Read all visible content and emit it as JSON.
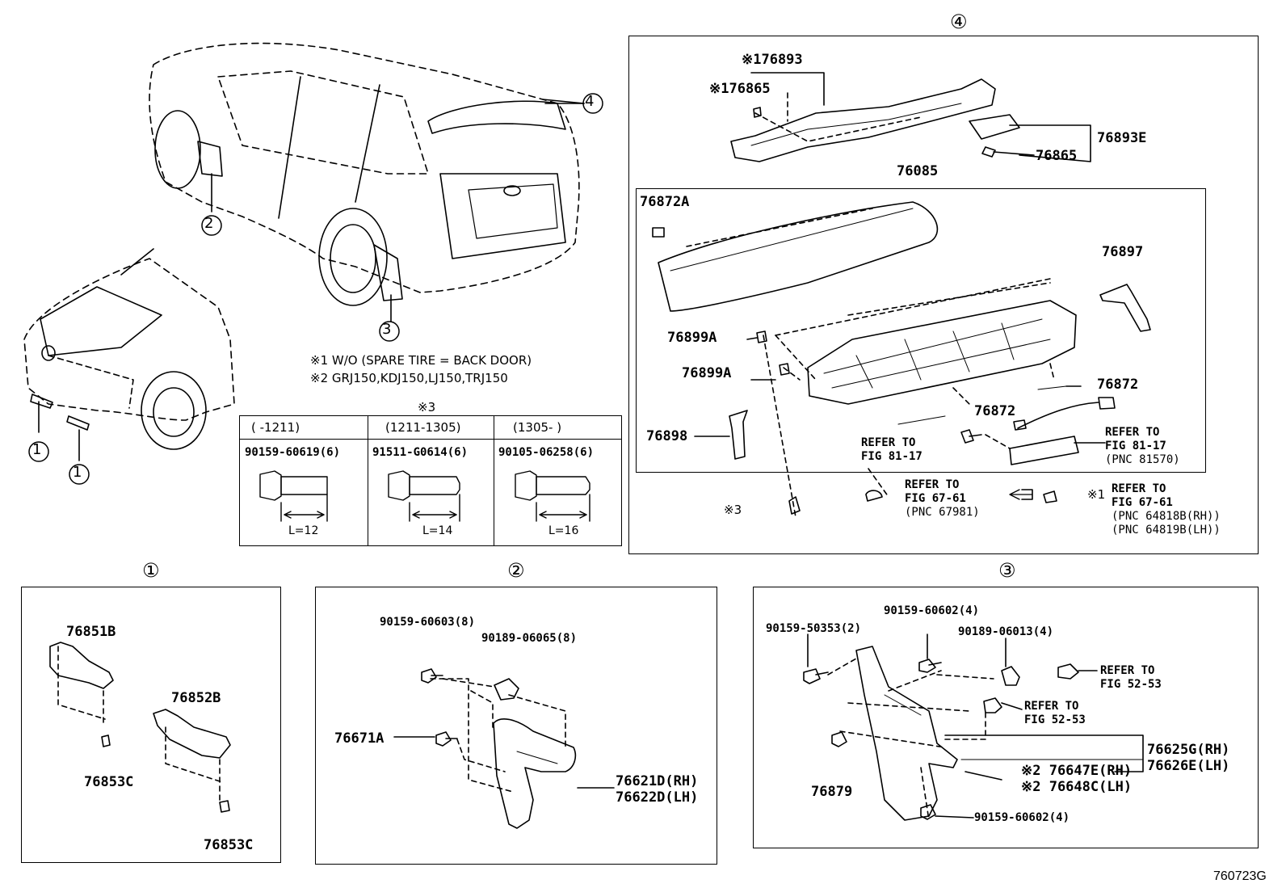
{
  "callouts": {
    "c1": "①",
    "c2": "②",
    "c3": "③",
    "c4": "④"
  },
  "notes": {
    "n1": "※1 W/O (SPARE TIRE = BACK DOOR)",
    "n2": "※2 GRJ150,KDJ150,LJ150,TRJ150",
    "n3": "※3"
  },
  "table": {
    "headers": [
      "(      -1211)",
      "(1211-1305)",
      "(1305-      )"
    ],
    "parts": [
      "90159-60619(6)",
      "91511-G0614(6)",
      "90105-06258(6)"
    ],
    "lengths": [
      "L=12",
      "L=14",
      "L=16"
    ]
  },
  "section4": {
    "title": "④",
    "p76893": "※176893",
    "p76865a": "※176865",
    "p76893E": "76893E",
    "p76865b": "76865",
    "p76085": "76085",
    "p76872A": "76872A",
    "p76897": "76897",
    "p76899Aa": "76899A",
    "p76899Ab": "76899A",
    "p76872a": "76872",
    "p76872b": "76872",
    "p76898": "76898",
    "ref1": [
      "REFER TO",
      "FIG 81-17"
    ],
    "ref2": [
      "REFER TO",
      "FIG 81-17",
      "(PNC 81570)"
    ],
    "ref3": [
      "REFER TO",
      "FIG 67-61",
      "(PNC 67981)"
    ],
    "ref4": [
      "REFER TO",
      "FIG 67-61",
      "(PNC 64818B(RH))",
      "(PNC 64819B(LH))"
    ],
    "mark1": "※1",
    "mark3": "※3"
  },
  "section1": {
    "title": "①",
    "p76851B": "76851B",
    "p76852B": "76852B",
    "p76853Ca": "76853C",
    "p76853Cb": "76853C"
  },
  "section2": {
    "title": "②",
    "b1": "90159-60603(8)",
    "b2": "90189-06065(8)",
    "p76671A": "76671A",
    "p76621D": "76621D(RH)",
    "p76622D": "76622D(LH)"
  },
  "section3": {
    "title": "③",
    "b1": "90159-50353(2)",
    "b2": "90159-60602(4)",
    "b3": "90189-06013(4)",
    "refA": [
      "REFER TO",
      "FIG 52-53"
    ],
    "refB": [
      "REFER TO",
      "FIG 52-53"
    ],
    "p76625G": "76625G(RH)",
    "p76626E": "76626E(LH)",
    "p76647E": "※2 76647E(RH)",
    "p76648C": "※2 76648C(LH)",
    "p76879": "76879",
    "b4": "90159-60602(4)"
  },
  "figure_id": "760723G"
}
